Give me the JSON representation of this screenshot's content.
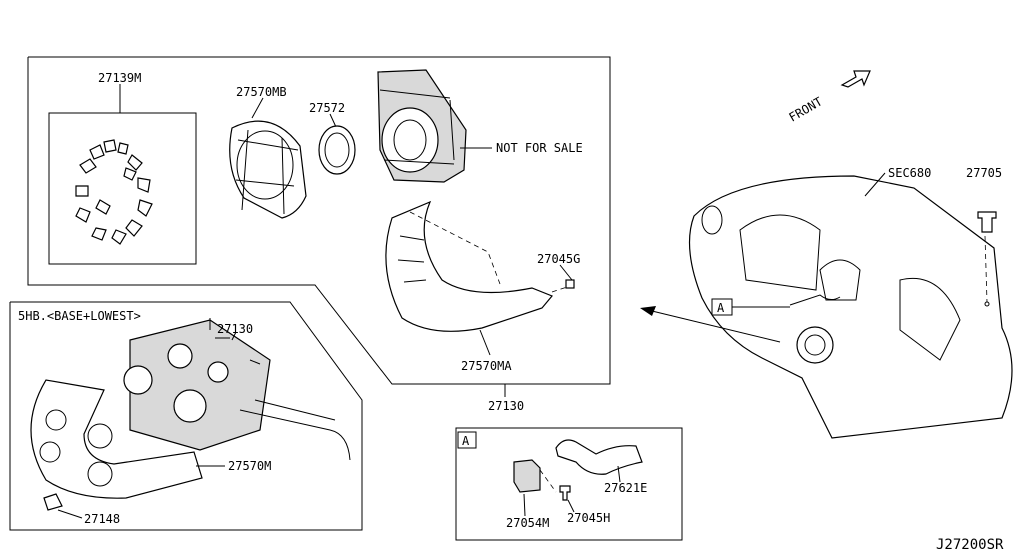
{
  "labels": {
    "p27139M": "27139M",
    "p27570MB": "27570MB",
    "p27572": "27572",
    "not_for_sale": "NOT FOR SALE",
    "p27045G": "27045G",
    "p27570MA": "27570MA",
    "p27130_main": "27130",
    "variant_5hb": "5HB.<BASE+LOWEST>",
    "p27130_sub": "27130",
    "p27570M": "27570M",
    "p27148": "27148",
    "front": "FRONT",
    "sec680": "SEC680",
    "p27705": "27705",
    "ref_a_callout": "A",
    "detail_a_tag": "A",
    "p27621E": "27621E",
    "p27054M": "27054M",
    "p27045H": "27045H",
    "drawing_id": "J27200SR"
  }
}
